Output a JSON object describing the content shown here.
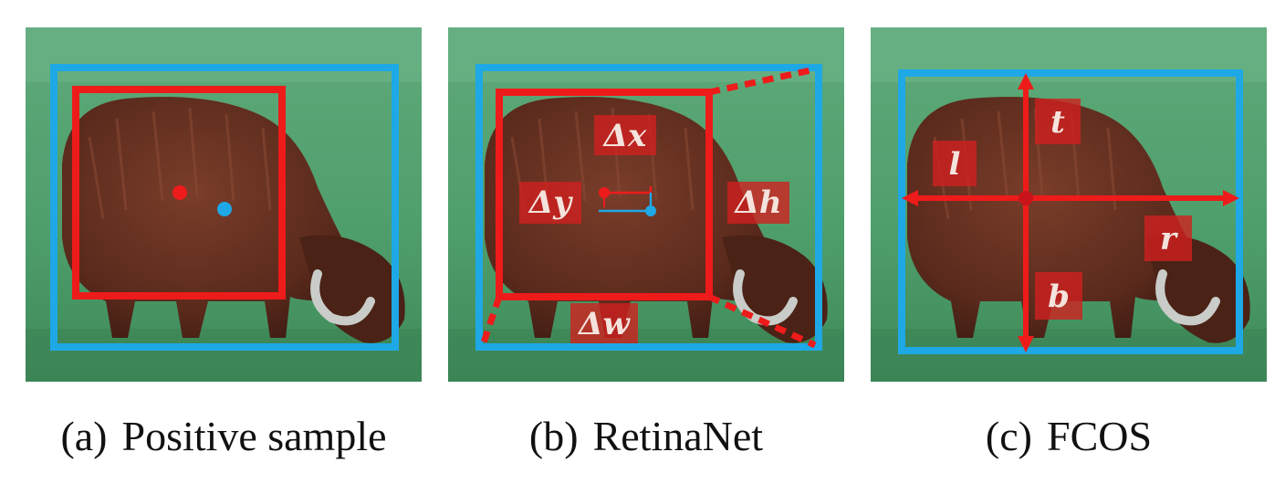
{
  "colors": {
    "positive_box": "#ee1b1b",
    "ground_truth_box": "#1ea8e6",
    "label_background": "#d0201f"
  },
  "panels": [
    {
      "tag": "(a)",
      "caption": "Positive sample",
      "labels": []
    },
    {
      "tag": "(b)",
      "caption": "RetinaNet",
      "labels": [
        "Δx",
        "Δy",
        "Δh",
        "Δw"
      ]
    },
    {
      "tag": "(c)",
      "caption": "FCOS",
      "labels": [
        "t",
        "l",
        "r",
        "b"
      ]
    }
  ]
}
